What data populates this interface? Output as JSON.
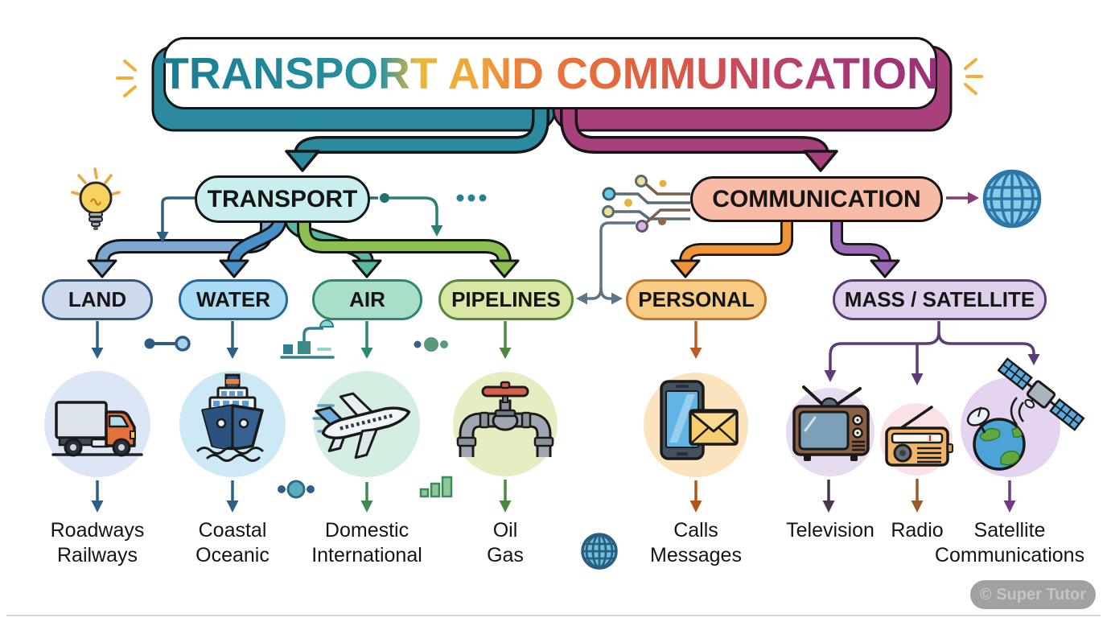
{
  "title": {
    "text": "TRANSPORT AND COMMUNICATION"
  },
  "nodes": {
    "transport": {
      "label": "TRANSPORT"
    },
    "communication": {
      "label": "COMMUNICATION"
    },
    "land": {
      "label": "LAND"
    },
    "water": {
      "label": "WATER"
    },
    "air": {
      "label": "AIR"
    },
    "pipelines": {
      "label": "PIPELINES"
    },
    "personal": {
      "label": "PERSONAL"
    },
    "mass_satellite": {
      "label": "MASS / SATELLITE"
    }
  },
  "leaves": {
    "land": {
      "icon": "truck-icon",
      "line1": "Roadways",
      "line2": "Railways"
    },
    "water": {
      "icon": "ship-icon",
      "line1": "Coastal",
      "line2": "Oceanic"
    },
    "air": {
      "icon": "airplane-icon",
      "line1": "Domestic",
      "line2": "International"
    },
    "pipelines": {
      "icon": "pipeline-valve-icon",
      "line1": "Oil",
      "line2": "Gas"
    },
    "personal": {
      "icon": "phone-envelope-icon",
      "line1": "Calls",
      "line2": "Messages"
    },
    "television": {
      "icon": "tv-icon",
      "line1": "Television",
      "line2": ""
    },
    "radio": {
      "icon": "radio-icon",
      "line1": "Radio",
      "line2": ""
    },
    "satellite": {
      "icon": "satellite-earth-icon",
      "line1": "Satellite",
      "line2": "Communications"
    }
  },
  "decorations": {
    "lightbulb": "lightbulb-icon",
    "circuit": "circuit-traces-icon",
    "globe_right": "globe-icon",
    "globe_small": "globe-small-icon",
    "ellipsis": "ellipsis-dots",
    "exchange": "exchange-arrow"
  },
  "watermark": {
    "text": "© Super Tutor"
  },
  "colors": {
    "title_teal": "#2b8a9d",
    "title_magenta": "#a8417b",
    "transport_fill": "#c9eef0",
    "communication_fill": "#f8bca6",
    "land_fill": "#cdd9ec",
    "water_fill": "#a9dcf4",
    "air_fill": "#a9dfc9",
    "pipelines_fill": "#d8e8a4",
    "personal_fill": "#f9cc86",
    "mass_satellite_fill": "#ded0eb",
    "land_ribbon": "#7fa8d0",
    "water_ribbon": "#4a90c8",
    "air_ribbon": "#58b8a0",
    "pipelines_ribbon": "#8cc152",
    "personal_ribbon": "#f09438",
    "mass_ribbon": "#9a6ab8"
  }
}
